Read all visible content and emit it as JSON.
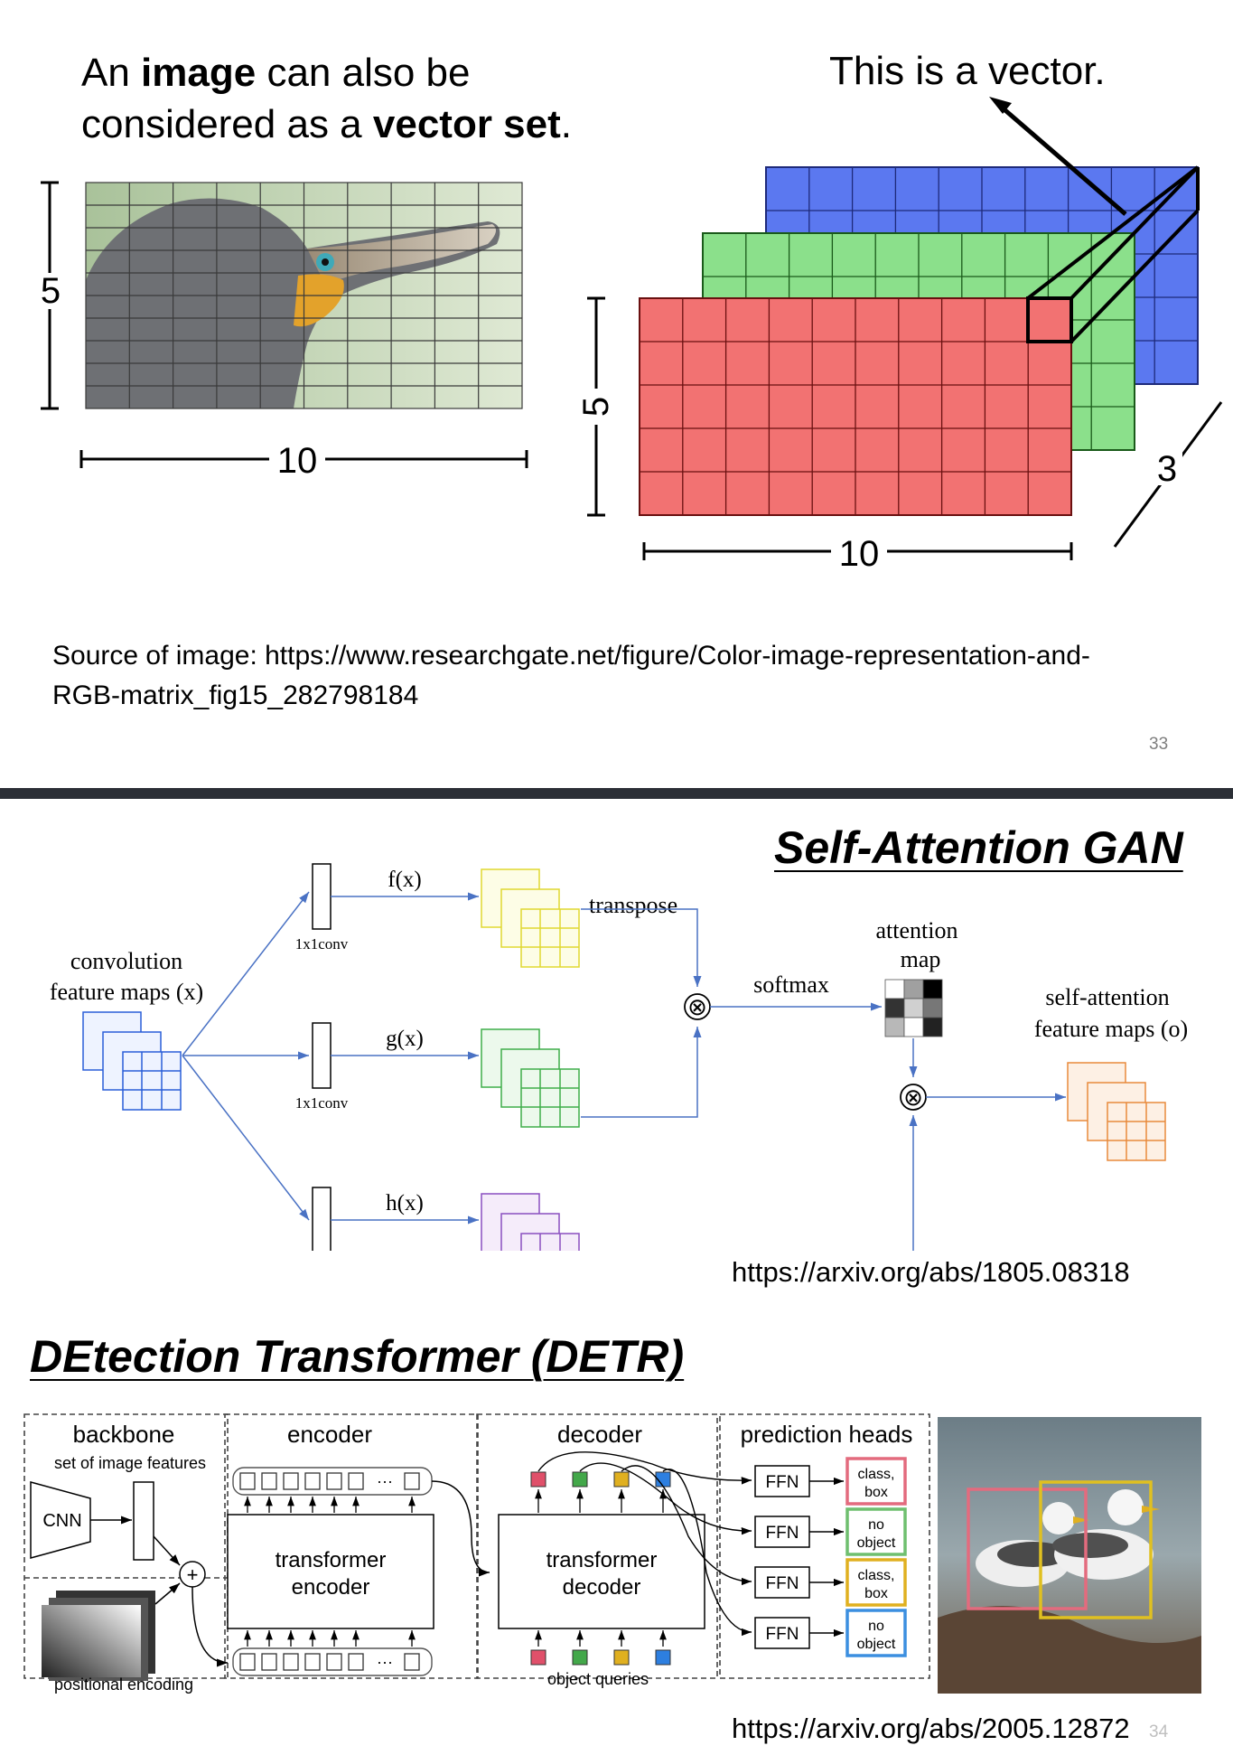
{
  "slide1": {
    "intro_line1_pre": "An ",
    "intro_line1_bold": "image",
    "intro_line1_post": " can also be",
    "intro_line2_pre": "considered as a ",
    "intro_line2_bold": "vector set",
    "intro_line2_post": ".",
    "vector_callout": "This is a vector.",
    "image_height_label": "5",
    "image_width_label": "10",
    "tensor_height_label": "5",
    "tensor_width_label": "10",
    "tensor_depth_label": "3",
    "channel_colors": [
      "#5b78f0",
      "#8be08b",
      "#f27272"
    ],
    "source_line1": "Source of image: https://www.researchgate.net/figure/Color-image-representation-and-",
    "source_line2": "RGB-matrix_fig15_282798184",
    "page_number": "33"
  },
  "slide2": {
    "sagan_title": "Self-Attention GAN",
    "sagan": {
      "input_label_1": "convolution",
      "input_label_2": "feature maps (x)",
      "conv_label": "1x1conv",
      "f_label": "f(x)",
      "g_label": "g(x)",
      "h_label": "h(x)",
      "transpose_label": "transpose",
      "softmax_label": "softmax",
      "attention_label_1": "attention",
      "attention_label_2": "map",
      "output_label_1": "self-attention",
      "output_label_2": "feature maps (o)",
      "op_symbol": "⊗"
    },
    "sagan_url": "https://arxiv.org/abs/1805.08318",
    "detr_title": "DEtection Transformer (DETR)",
    "detr": {
      "backbone_header": "backbone",
      "encoder_header": "encoder",
      "decoder_header": "decoder",
      "heads_header": "prediction heads",
      "image_features_label": "set of image features",
      "cnn_label": "CNN",
      "positional_label": "positional encoding",
      "encoder_box_1": "transformer",
      "encoder_box_2": "encoder",
      "decoder_box_1": "transformer",
      "decoder_box_2": "decoder",
      "object_queries_label": "object queries",
      "plus_symbol": "+",
      "ellipsis": "···",
      "ffn_label": "FFN",
      "heads": [
        {
          "line1": "class,",
          "line2": "box",
          "color": "#e36b7e"
        },
        {
          "line1": "no",
          "line2": "object",
          "color": "#6fbf6f"
        },
        {
          "line1": "class,",
          "line2": "box",
          "color": "#e0b020"
        },
        {
          "line1": "no",
          "line2": "object",
          "color": "#3c8fe0"
        }
      ],
      "query_colors": [
        "#e0506a",
        "#43a84a",
        "#e0b020",
        "#2d7fe0"
      ]
    },
    "detr_url": "https://arxiv.org/abs/2005.12872",
    "page_number": "34"
  }
}
